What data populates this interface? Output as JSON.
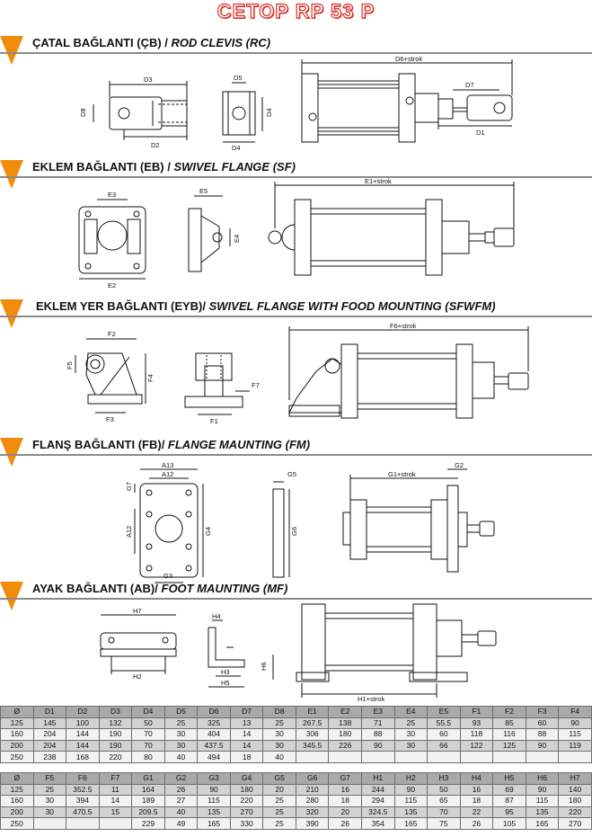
{
  "page_title": "CETOP RP 53 P",
  "colors": {
    "accent_orange": "#f08c0a",
    "title_red": "#d8322b",
    "table_header": "#a9a9a9"
  },
  "sections": [
    {
      "title_tr": "ÇATAL BAĞLANTI (ÇB) / ",
      "title_en": "ROD CLEVIS (RC)"
    },
    {
      "title_tr": "EKLEM BAĞLANTI (EB) / ",
      "title_en": "SWIVEL FLANGE (SF)"
    },
    {
      "title_tr": "EKLEM YER BAĞLANTI (EYB)/ ",
      "title_en": "SWIVEL FLANGE WITH FOOD MOUNTING (SFWFM)"
    },
    {
      "title_tr": "FLANŞ BAĞLANTI (FB)/ ",
      "title_en": "FLANGE MAUNTING (FM)"
    },
    {
      "title_tr": "AYAK BAĞLANTI (AB)/ ",
      "title_en": "FOOT  MAUNTING (MF)"
    }
  ],
  "labels": {
    "rc": {
      "d3": "D3",
      "d8": "D8",
      "d2": "D2",
      "d5": "D5",
      "d4v": "D4",
      "d4h": "D4",
      "d6": "D6+strok",
      "d7": "D7",
      "d1": "D1"
    },
    "sf": {
      "e3": "E3",
      "e2": "E2",
      "e5": "E5",
      "e4": "E4",
      "e1": "E1+strok"
    },
    "sfwfm": {
      "f2": "F2",
      "f5": "F5",
      "f4": "F4",
      "f3": "F3",
      "f7": "F7",
      "f1": "F1",
      "f6": "F6+strok"
    },
    "fm": {
      "a13": "A13",
      "a12h": "A12",
      "g7": "G7",
      "a12v": "A12",
      "g4": "G4",
      "g3": "G3",
      "g5": "G5",
      "g6": "G6",
      "g1": "G1+strok",
      "g2": "G2"
    },
    "mf": {
      "h7": "H7",
      "h2": "H2",
      "h4": "H4",
      "h3": "H3",
      "h5": "H5",
      "h6": "H6",
      "h1": "H1+strok"
    }
  },
  "table1": {
    "headers": [
      "Ø",
      "D1",
      "D2",
      "D3",
      "D4",
      "D5",
      "D6",
      "D7",
      "D8",
      "E1",
      "E2",
      "E3",
      "E4",
      "E5",
      "F1",
      "F2",
      "F3",
      "F4"
    ],
    "rows": [
      [
        "125",
        "145",
        "100",
        "132",
        "50",
        "25",
        "325",
        "13",
        "25",
        "267.5",
        "138",
        "71",
        "25",
        "55.5",
        "93",
        "85",
        "60",
        "90"
      ],
      [
        "160",
        "204",
        "144",
        "190",
        "70",
        "30",
        "404",
        "14",
        "30",
        "306",
        "180",
        "88",
        "30",
        "60",
        "118",
        "116",
        "88",
        "115"
      ],
      [
        "200",
        "204",
        "144",
        "190",
        "70",
        "30",
        "437.5",
        "14",
        "30",
        "345.5",
        "226",
        "90",
        "30",
        "66",
        "122",
        "125",
        "90",
        "119"
      ],
      [
        "250",
        "238",
        "168",
        "220",
        "80",
        "40",
        "494",
        "18",
        "40",
        "",
        "",
        "",
        "",
        "",
        "",
        "",
        "",
        ""
      ]
    ]
  },
  "table2": {
    "headers": [
      "Ø",
      "F5",
      "F6",
      "F7",
      "G1",
      "G2",
      "G3",
      "G4",
      "G5",
      "G6",
      "G7",
      "H1",
      "H2",
      "H3",
      "H4",
      "H5",
      "H6",
      "H7"
    ],
    "rows": [
      [
        "125",
        "25",
        "352.5",
        "11",
        "164",
        "26",
        "90",
        "180",
        "20",
        "210",
        "16",
        "244",
        "90",
        "50",
        "16",
        "69",
        "90",
        "140"
      ],
      [
        "160",
        "30",
        "394",
        "14",
        "189",
        "27",
        "115",
        "220",
        "25",
        "280",
        "18",
        "294",
        "115",
        "65",
        "18",
        "87",
        "115",
        "180"
      ],
      [
        "200",
        "30",
        "470.5",
        "15",
        "209.5",
        "40",
        "135",
        "270",
        "25",
        "320",
        "20",
        "324.5",
        "135",
        "70",
        "22",
        "95",
        "135",
        "220"
      ],
      [
        "250",
        "",
        "",
        "",
        "229",
        "49",
        "165",
        "330",
        "25",
        "390",
        "26",
        "354",
        "165",
        "75",
        "26",
        "105",
        "165",
        "270"
      ]
    ]
  }
}
